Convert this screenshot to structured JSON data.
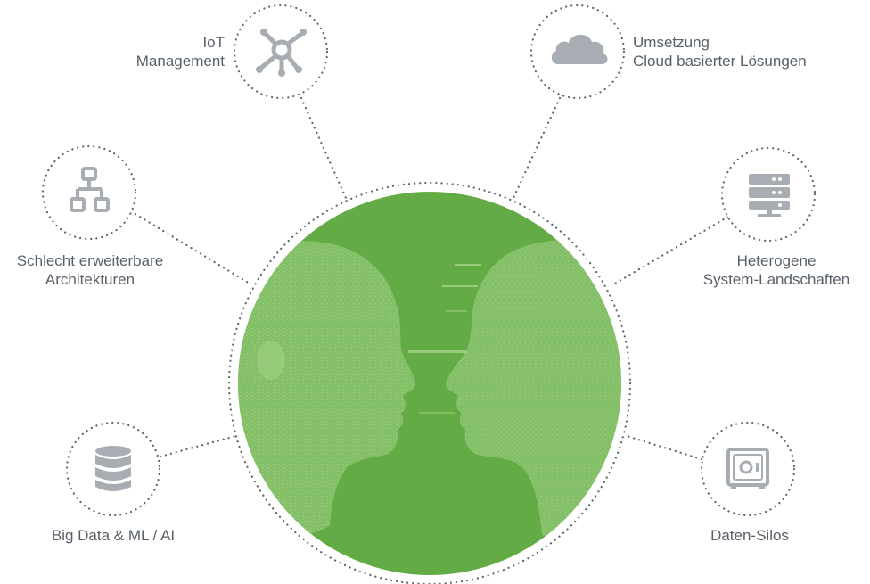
{
  "colors": {
    "green": "#63ab45",
    "green_light": "#9ccf80",
    "icon_gray": "#a8adb3",
    "text_gray": "#58606a",
    "dot_gray": "#5d6670"
  },
  "center": {
    "image": "two-faces-silhouette"
  },
  "nodes": {
    "iot": {
      "icon": "network-hub-icon",
      "line1": "IoT",
      "line2": "Management"
    },
    "cloud": {
      "icon": "cloud-icon",
      "line1": "Umsetzung",
      "line2": "Cloud basierter Lösungen"
    },
    "architecture": {
      "icon": "sitemap-icon",
      "line1": "Schlecht erweiterbare",
      "line2": "Architekturen"
    },
    "heterogeneous": {
      "icon": "server-icon",
      "line1": "Heterogene",
      "line2": "System-Landschaften"
    },
    "bigdata": {
      "icon": "database-icon",
      "line1": "Big Data & ML / AI"
    },
    "silos": {
      "icon": "safe-icon",
      "line1": "Daten-Silos"
    }
  }
}
